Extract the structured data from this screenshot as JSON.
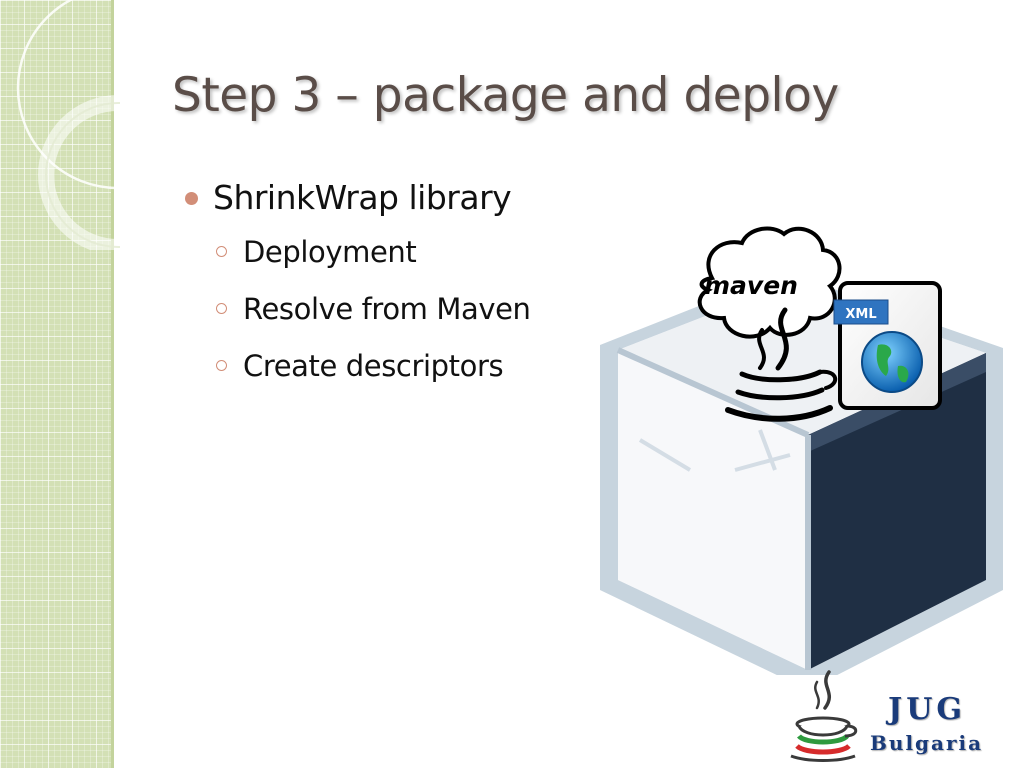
{
  "slide": {
    "title": "Step 3 – package and deploy",
    "bullets": [
      {
        "text": "ShrinkWrap library",
        "sub": [
          "Deployment",
          "Resolve from Maven",
          "Create descriptors"
        ]
      }
    ]
  },
  "illustration": {
    "maven_logo_text": "maven",
    "xml_badge": "XML"
  },
  "branding": {
    "logo_title": "JUG",
    "logo_subtitle": "Bulgaria"
  },
  "colors": {
    "sidebar": "#d3e0b5",
    "title": "#5a4d48",
    "bullet": "#d28e78",
    "cube_dark": "#1f2f44",
    "logo_blue": "#1a3b7a"
  }
}
